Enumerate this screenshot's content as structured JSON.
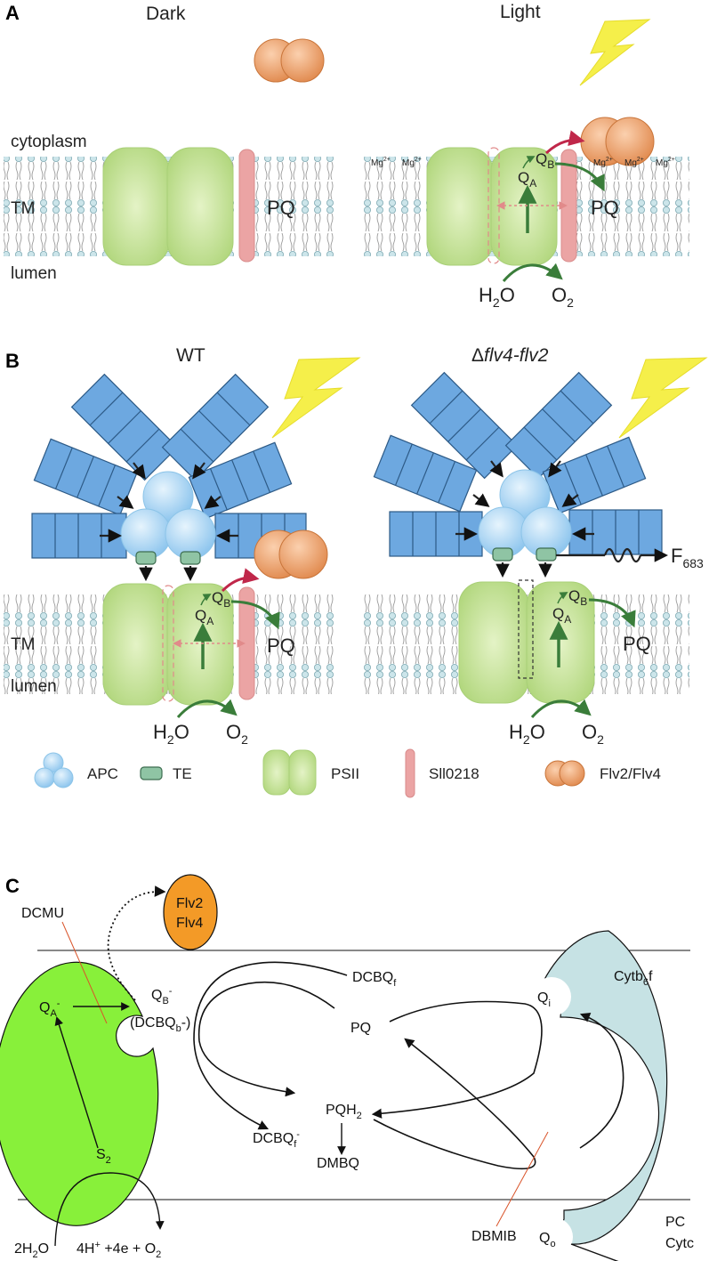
{
  "panel_a": {
    "letter": "A",
    "dark_title": "Dark",
    "light_title": "Light",
    "cytoplasm": "cytoplasm",
    "tm": "TM",
    "lumen": "lumen",
    "pq": "PQ",
    "mg": "Mg",
    "mg_sup": "2+",
    "qa": "Q",
    "qa_sub": "A",
    "qb": "Q",
    "qb_sub": "B",
    "h2o_a": "H",
    "h2o_sub": "2",
    "h2o_b": "O",
    "o2": "O",
    "o2_sub": "2"
  },
  "panel_b": {
    "letter": "B",
    "wt_title": "WT",
    "mut_prefix": "Δ",
    "mut_title": "flv4-flv2",
    "tm": "TM",
    "lumen": "lumen",
    "pq": "PQ",
    "f_main": "F",
    "f_sub": "683"
  },
  "legend": {
    "apc": "APC",
    "te": "TE",
    "psii": "PSII",
    "sll": "Sll0218",
    "flv": "Flv2/Flv4"
  },
  "panel_c": {
    "letter": "C",
    "dcmu": "DCMU",
    "flv2": "Flv2",
    "flv4": "Flv4",
    "qa": "Q",
    "qa_sub": "A",
    "qa_sup": "-",
    "qb": "Q",
    "qb_sub": "B",
    "qb_sup": "-",
    "dcbqb_open": "(DCBQ",
    "dcbqb_sub": "b",
    "dcbqb_close": "-)",
    "s2": "S",
    "s2_sub": "2",
    "water": "2H",
    "water_sub": "2",
    "water_end": "O",
    "products": "4H",
    "products_sup": "+",
    "products_rest": " +4e + O",
    "products_sub": "2",
    "dcbq_f": "DCBQ",
    "dcbq_f_sub": "f",
    "pq": "PQ",
    "pqh2": "PQH",
    "pqh2_sub": "2",
    "dcbq_fr": "DCBQ",
    "dcbq_fr_sub": "f",
    "dcbq_fr_sup": "-",
    "dmbq": "DMBQ",
    "cyt": "Cytb",
    "cyt_sub": "6",
    "cyt_end": "f",
    "qi": "Q",
    "qi_sub": "i",
    "qo": "Q",
    "qo_sub": "o",
    "dbmib": "DBMIB",
    "pc": "PC",
    "cytc": "Cytc"
  },
  "colors": {
    "psii_green": "#c5e29a",
    "apc_blue": "#a9d4f2",
    "phycobilisome_blue": "#6da8e0",
    "te_teal": "#8fc4a4",
    "sll_pink": "#eba4a4",
    "flv_orange": "#e89a5e",
    "arrow_green": "#3a7d3a",
    "arrow_red": "#c0274a",
    "lightning": "#f5ef4a",
    "psii_c_green": "#88f03a",
    "cyt_blue": "#c6e2e4",
    "flv_c_orange": "#f39a27"
  }
}
